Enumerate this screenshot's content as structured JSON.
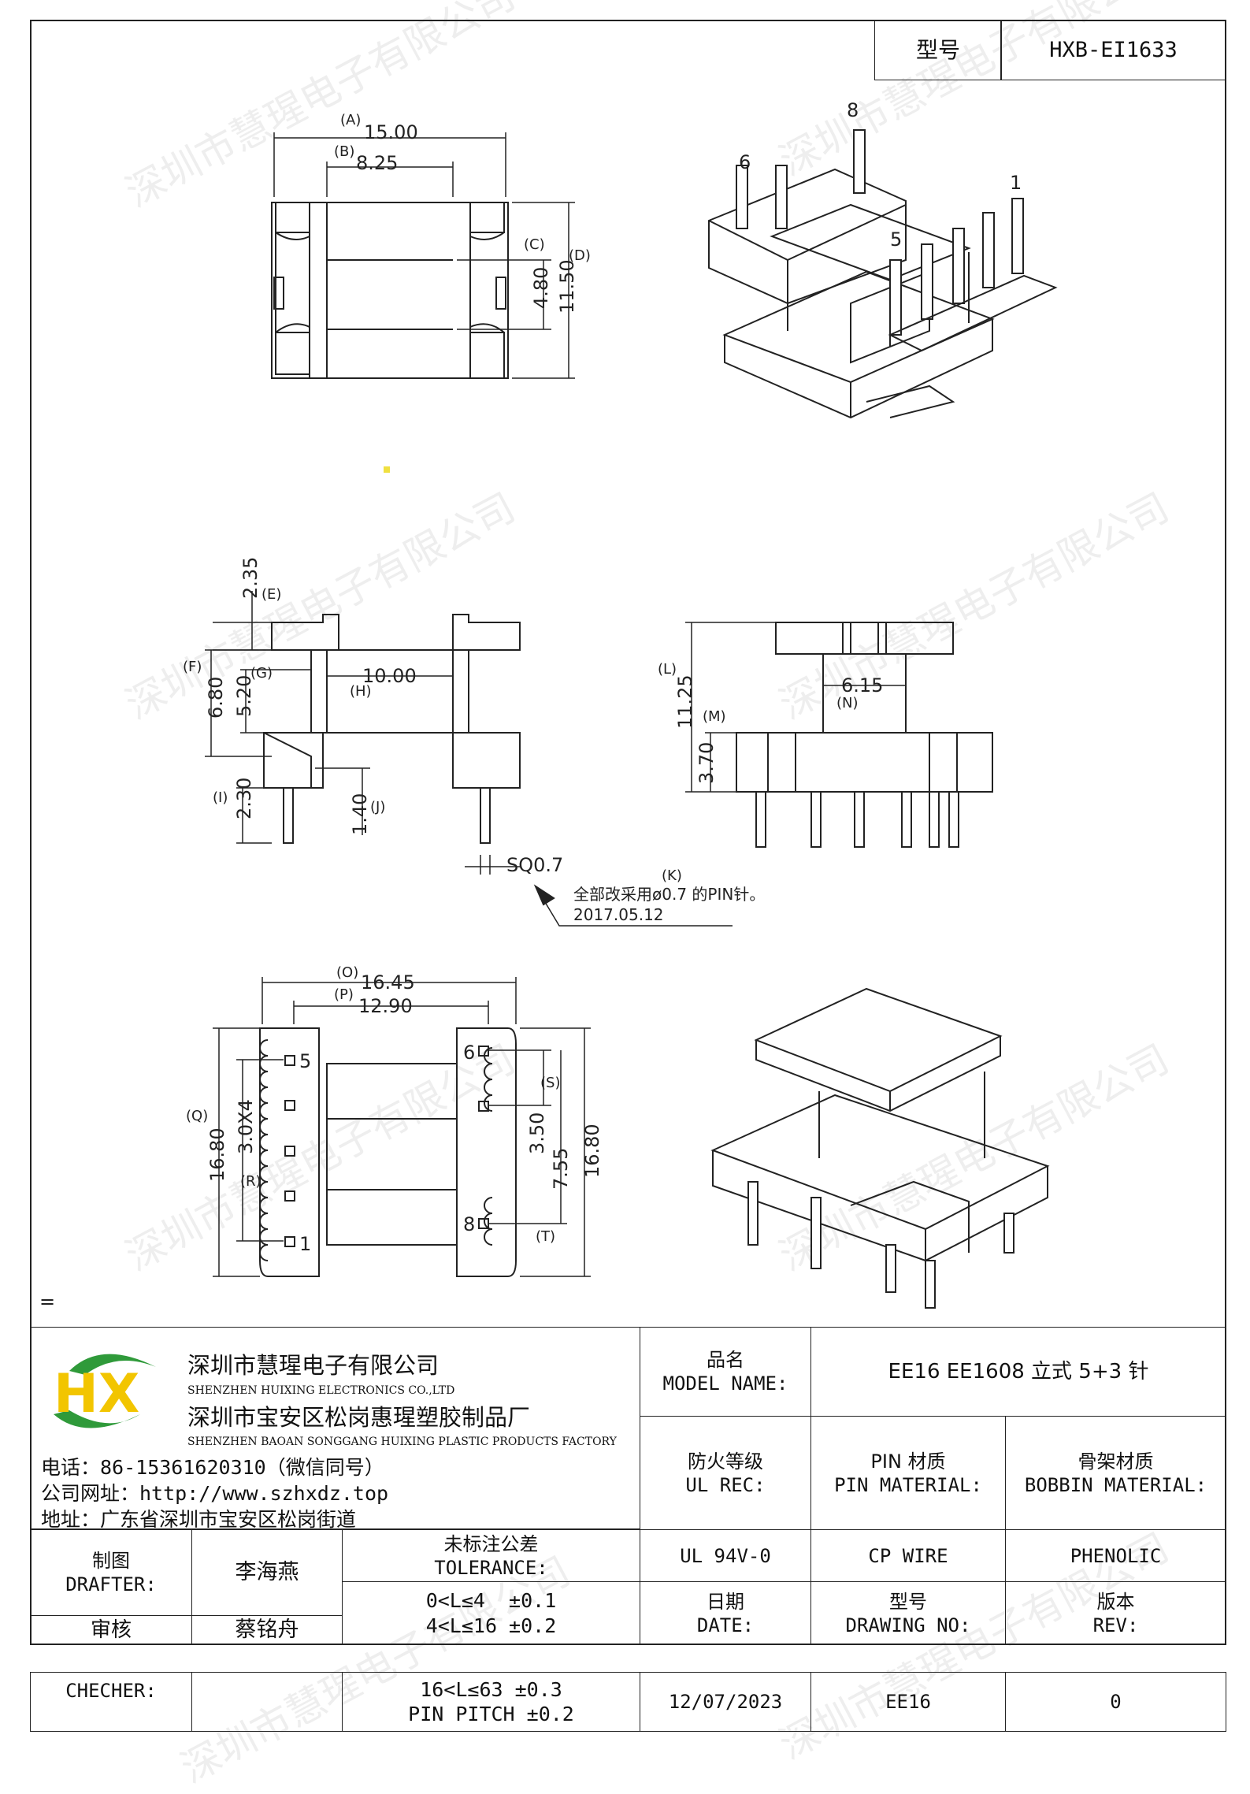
{
  "header": {
    "model_label": "型号",
    "model_value": "HXB-EI1633"
  },
  "watermark": "深圳市慧瑆电子有限公司",
  "drawing": {
    "top_view": {
      "A": "(A)",
      "A_val": "15.00",
      "B": "(B)",
      "B_val": "8.25",
      "C": "(C)",
      "C_val": "4.80",
      "D": "(D)",
      "D_val": "11.50"
    },
    "iso_top": {
      "pin_labels": [
        "8",
        "6",
        "5",
        "1"
      ]
    },
    "side_view": {
      "E": "(E)",
      "E_val": "2.35",
      "F": "(F)",
      "F_val": "6.80",
      "G": "(G)",
      "G_val": "5.20",
      "H": "(H)",
      "H_val": "10.00",
      "I": "(I)",
      "I_val": "2.30",
      "J": "(J)",
      "J_val": "1.40"
    },
    "front_view": {
      "L": "(L)",
      "L_val": "11.25",
      "M": "(M)",
      "M_val": "3.70",
      "N": "(N)",
      "N_val": "6.15"
    },
    "note": {
      "sq": "SQ0.7",
      "K": "(K)",
      "line1": "全部改采用ø0.7 的PIN针。",
      "line2": "2017.05.12"
    },
    "bottom_view": {
      "O": "(O)",
      "O_val": "16.45",
      "P": "(P)",
      "P_val": "12.90",
      "Q": "(Q)",
      "Q_val": "16.80",
      "R": "(R)",
      "R_val": "3.0X4",
      "S": "(S)",
      "S_val": "3.50",
      "T": "(T)",
      "T_val": "7.55",
      "right_val": "16.80",
      "pin5": "5",
      "pin1": "1",
      "pin6": "6",
      "pin8": "8"
    },
    "eq_mark": "="
  },
  "company": {
    "name_cn": "深圳市慧瑆电子有限公司",
    "name_en": "SHENZHEN HUIXING ELECTRONICS CO.,LTD",
    "factory_cn": "深圳市宝安区松岗惠瑆塑胶制品厂",
    "factory_en": "SHENZHEN BAOAN SONGGANG HUIXING PLASTIC PRODUCTS FACTORY",
    "phone": "电话：86-15361620310（微信同号）",
    "website": "公司网址：http://www.szhxdz.top",
    "address": "地址：广东省深圳市宝安区松岗街道",
    "logo_text": "HX",
    "colors": {
      "logo_green": "#2f9a3a",
      "logo_yellow": "#f2c500"
    }
  },
  "title_block": {
    "model_name_cn": "品名",
    "model_name_en": "MODEL NAME:",
    "model_name_value": "EE16 EE1608 立式 5+3 针",
    "ul_cn": "防火等级",
    "ul_en": "UL REC:",
    "pin_cn": "PIN 材质",
    "pin_en": "PIN MATERIAL:",
    "bobbin_cn": "骨架材质",
    "bobbin_en": "BOBBIN MATERIAL:",
    "drafter_cn": "制图",
    "drafter_en": "DRAFTER:",
    "drafter_name": "李海燕",
    "tol_cn": "未标注公差",
    "tol_en": "TOLERANCE:",
    "ul_val": "UL 94V-0",
    "pin_val": "CP WIRE",
    "bobbin_val": "PHENOLIC",
    "tol1": "0<L≤4  ±0.1",
    "tol2": "4<L≤16 ±0.2",
    "date_cn": "日期",
    "date_en": "DATE:",
    "dwg_cn": "型号",
    "dwg_en": "DRAWING NO:",
    "rev_cn": "版本",
    "rev_en": "REV:",
    "checker_cn": "审核",
    "checker_name": "蔡铭舟",
    "checker_en": "CHECHER:",
    "tol3": "16<L≤63 ±0.3",
    "tol4": "PIN PITCH ±0.2",
    "date_val": "12/07/2023",
    "dwg_val": "EE16",
    "rev_val": "0"
  }
}
